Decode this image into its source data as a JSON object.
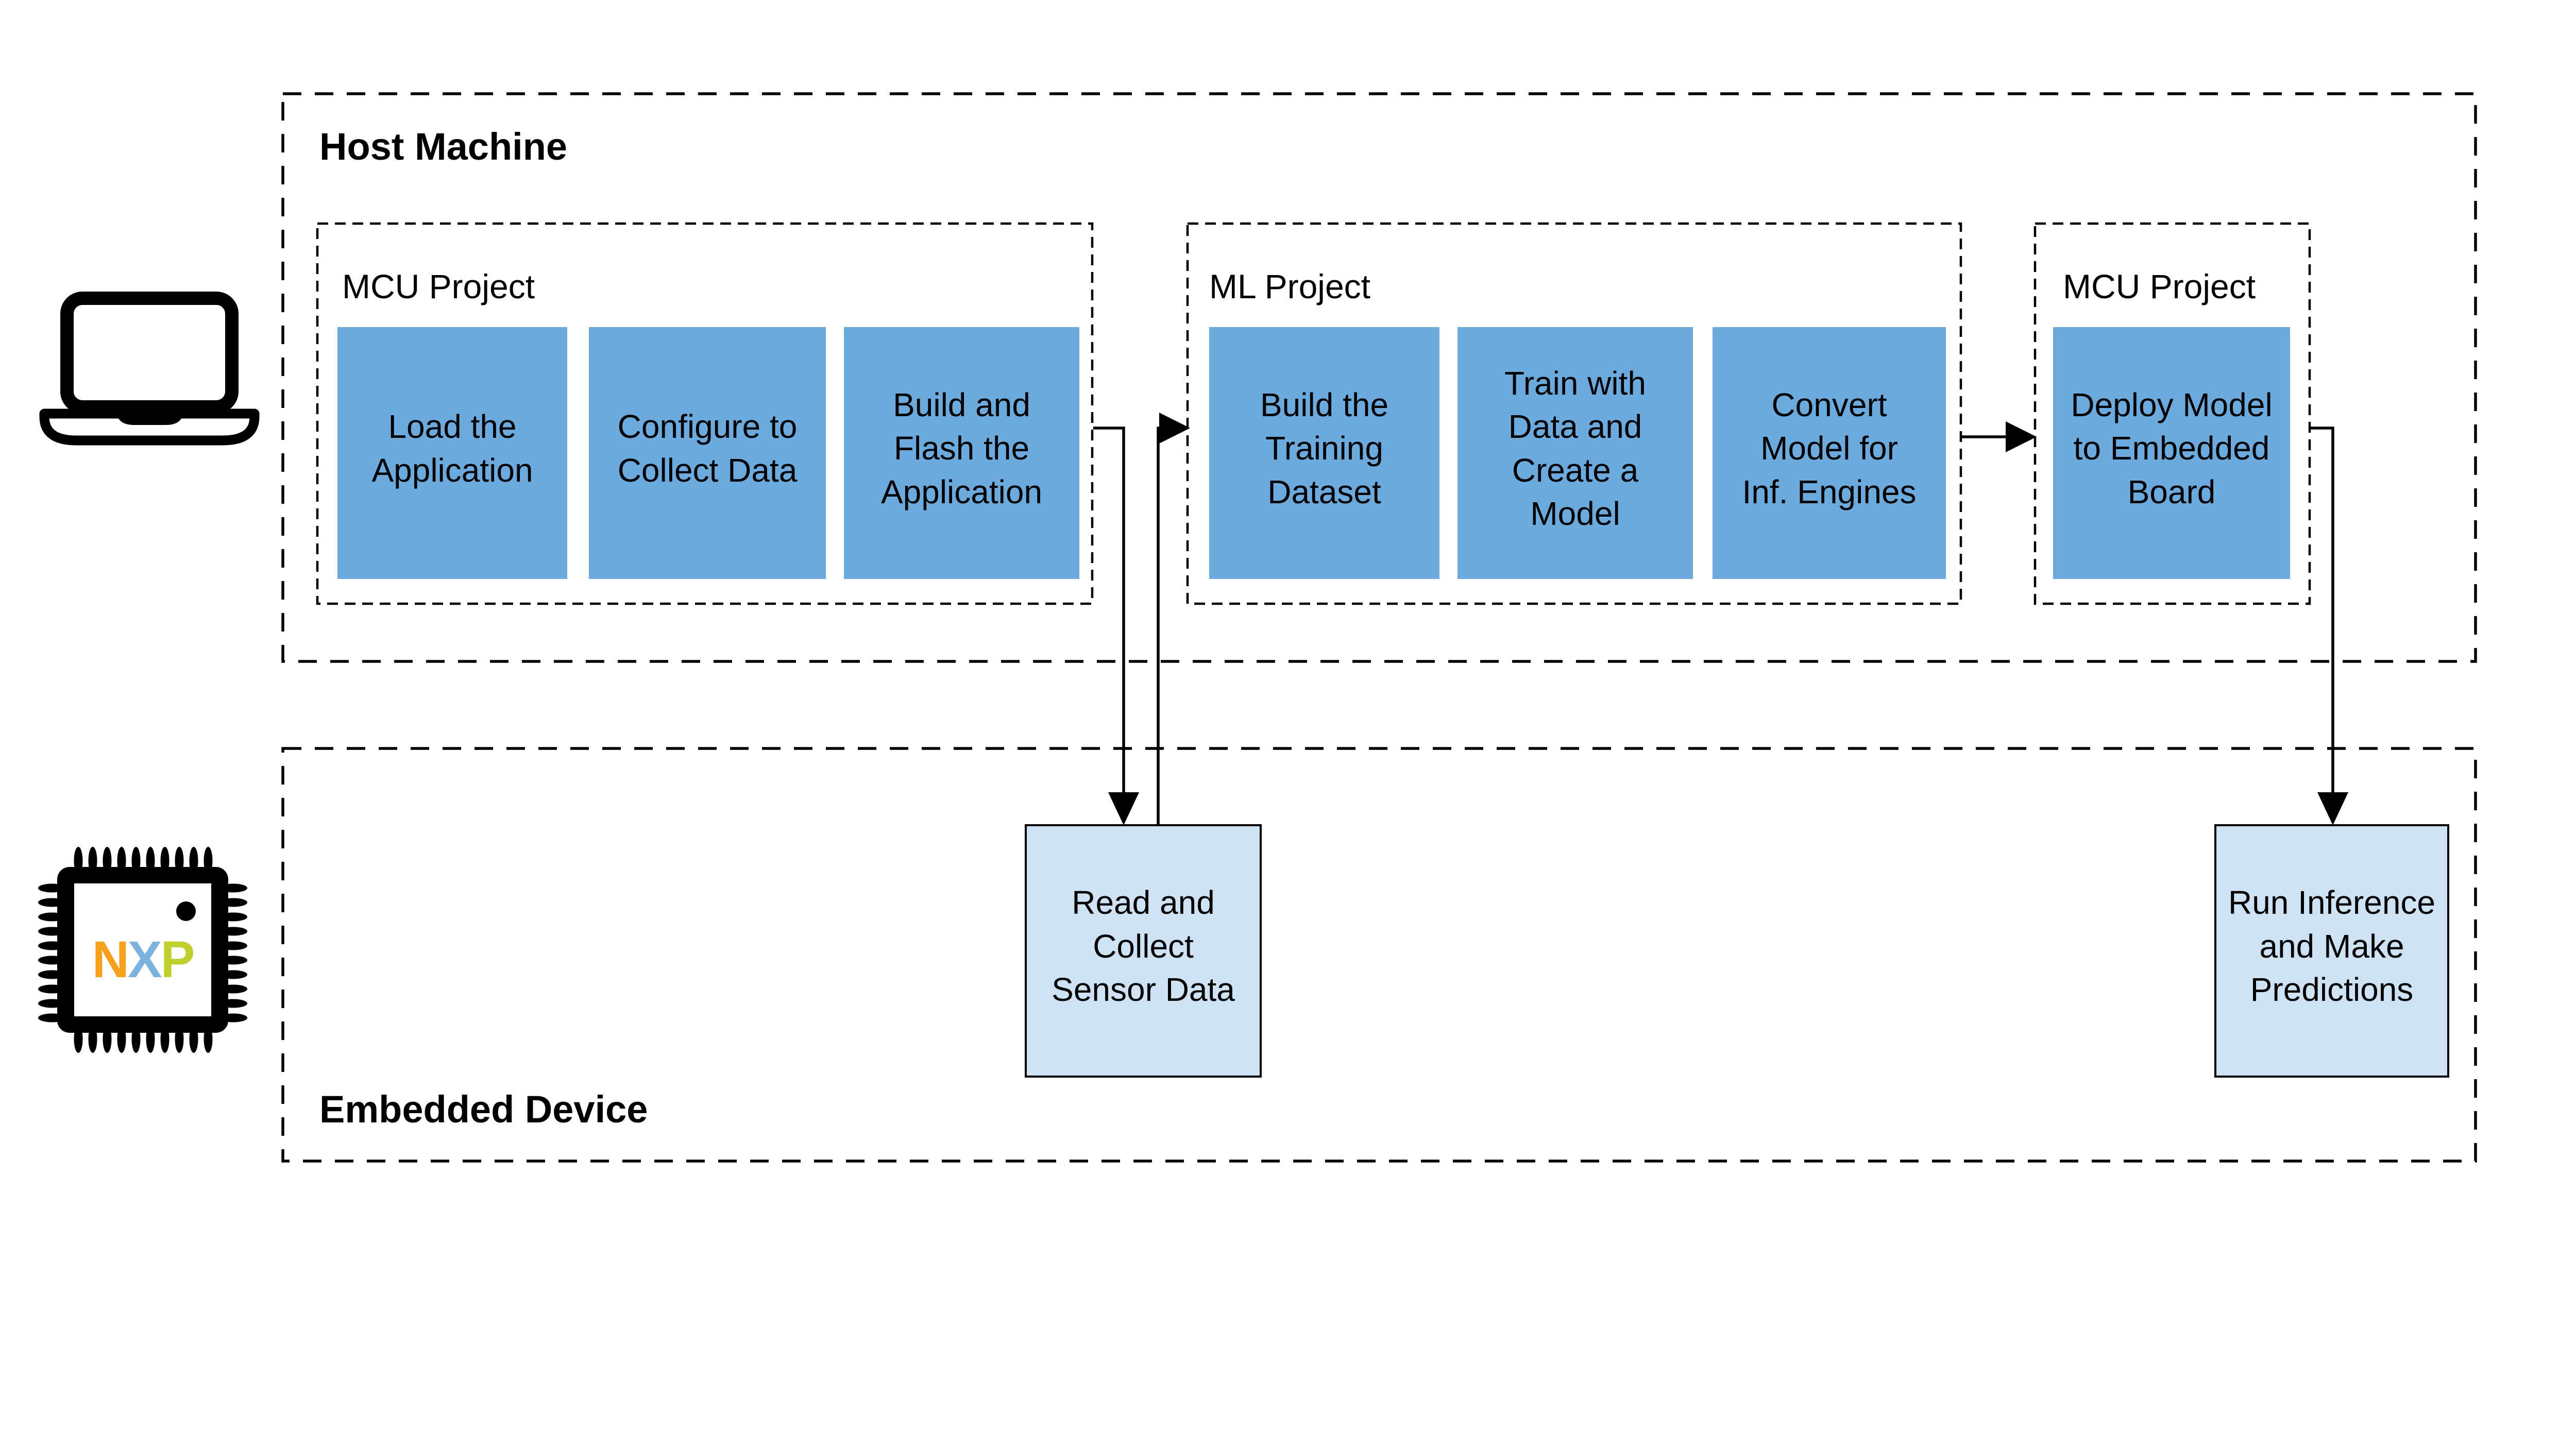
{
  "diagram": {
    "host": {
      "label": "Host Machine",
      "groups": [
        {
          "label": "MCU Project",
          "steps": [
            {
              "label": "Load the\nApplication"
            },
            {
              "label": "Configure to\nCollect Data"
            },
            {
              "label": "Build and\nFlash the\nApplication"
            }
          ]
        },
        {
          "label": "ML Project",
          "steps": [
            {
              "label": "Build the\nTraining\nDataset"
            },
            {
              "label": "Train with\nData and\nCreate a\nModel"
            },
            {
              "label": "Convert\nModel for\nInf. Engines"
            }
          ]
        },
        {
          "label": "MCU Project",
          "steps": [
            {
              "label": "Deploy Model\nto Embedded\nBoard"
            }
          ]
        }
      ]
    },
    "embedded": {
      "label": "Embedded Device",
      "steps": [
        {
          "label": "Read and\nCollect\nSensor Data"
        },
        {
          "label": "Run Inference\nand Make\nPredictions"
        }
      ]
    },
    "flows": [
      {
        "from": "Build and Flash the Application",
        "to": "Read and Collect Sensor Data"
      },
      {
        "from": "Read and Collect Sensor Data",
        "to": "ML Project"
      },
      {
        "from": "ML Project",
        "to": "MCU Project (Deploy)"
      },
      {
        "from": "Deploy Model to Embedded Board",
        "to": "Run Inference and Make Predictions"
      }
    ],
    "icons": {
      "laptop": "laptop-icon",
      "chip": "nxp-chip-icon",
      "chip_letters": [
        "N",
        "X",
        "P"
      ]
    },
    "colors": {
      "step_fill": "#6CA9DC",
      "device_step_fill": "#CFE2F3",
      "line": "#000000",
      "nxp_n": "#F6A01E",
      "nxp_x": "#7CB2DE",
      "nxp_p": "#BFD02F"
    }
  }
}
